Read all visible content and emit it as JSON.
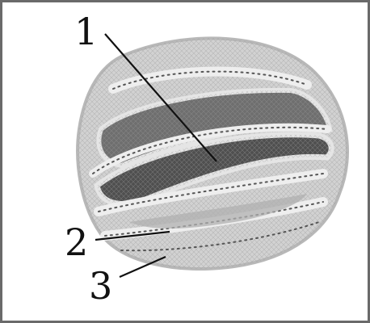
{
  "labels": {
    "label_1": "1",
    "label_2": "2",
    "label_3": "3"
  },
  "colors": {
    "frame": "#6a6a6a",
    "outer_body": "#d2d2d2",
    "inner_dark": "#5a5a5a",
    "ridge": "#eeeeee",
    "dots": "#555555",
    "leader": "#111111"
  }
}
